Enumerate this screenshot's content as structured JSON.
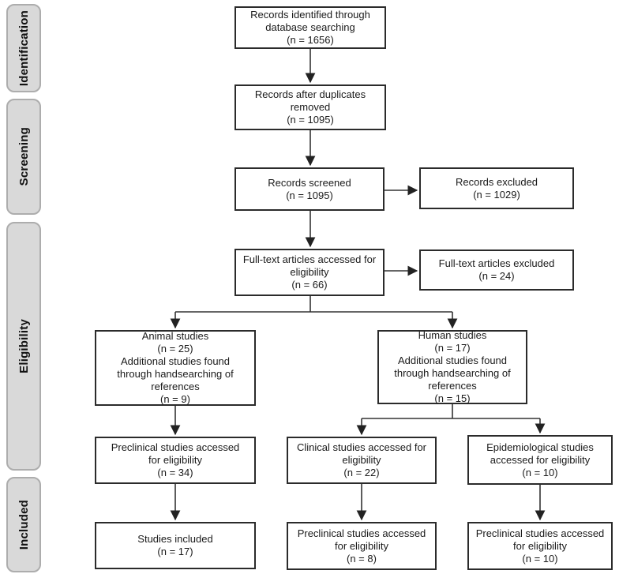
{
  "colors": {
    "background": "#ffffff",
    "box_border": "#2b2b2b",
    "box_fill": "#ffffff",
    "sidebar_fill": "#d9d9d9",
    "sidebar_border": "#adadad",
    "connector": "#333333",
    "text": "#1a1a1a"
  },
  "sidebar": {
    "identification": "Identification",
    "screening": "Screening",
    "eligibility": "Eligibility",
    "included": "Included"
  },
  "boxes": {
    "records_identified": {
      "n": 1656,
      "text": "Records identified through\ndatabase searching\n(n = 1656)"
    },
    "records_after_duplicates": {
      "n": 1095,
      "text": "Records after duplicates\nremoved\n(n = 1095)"
    },
    "records_screened": {
      "n": 1095,
      "text": "Records screened\n(n = 1095)"
    },
    "records_excluded": {
      "n": 1029,
      "text": "Records excluded\n(n = 1029)"
    },
    "fulltext_accessed": {
      "n": 66,
      "text": "Full-text articles accessed for\neligibility\n(n = 66)"
    },
    "fulltext_excluded": {
      "n": 24,
      "text": "Full-text articles excluded\n(n = 24)"
    },
    "animal_studies": {
      "n": 25,
      "n_additional": 9,
      "text": "Animal studies\n(n = 25)\nAdditional studies found\nthrough handsearching of\nreferences\n(n = 9)"
    },
    "human_studies": {
      "n": 17,
      "n_additional": 15,
      "text": "Human studies\n(n = 17)\nAdditional studies found\nthrough handsearching of\nreferences\n(n = 15)"
    },
    "preclinical_accessed_34": {
      "n": 34,
      "text": "Preclinical studies accessed\nfor eligibility\n(n = 34)"
    },
    "clinical_accessed_22": {
      "n": 22,
      "text": "Clinical studies accessed for\neligibility\n(n = 22)"
    },
    "epidemiological_accessed_10": {
      "n": 10,
      "text": "Epidemiological studies\naccessed for eligibility\n(n = 10)"
    },
    "studies_included_17": {
      "n": 17,
      "text": "Studies included\n(n = 17)"
    },
    "preclinical_accessed_8": {
      "n": 8,
      "text": "Preclinical studies accessed\nfor eligibility\n(n = 8)"
    },
    "preclinical_accessed_10": {
      "n": 10,
      "text": "Preclinical studies accessed\nfor eligibility\n(n = 10)"
    }
  }
}
